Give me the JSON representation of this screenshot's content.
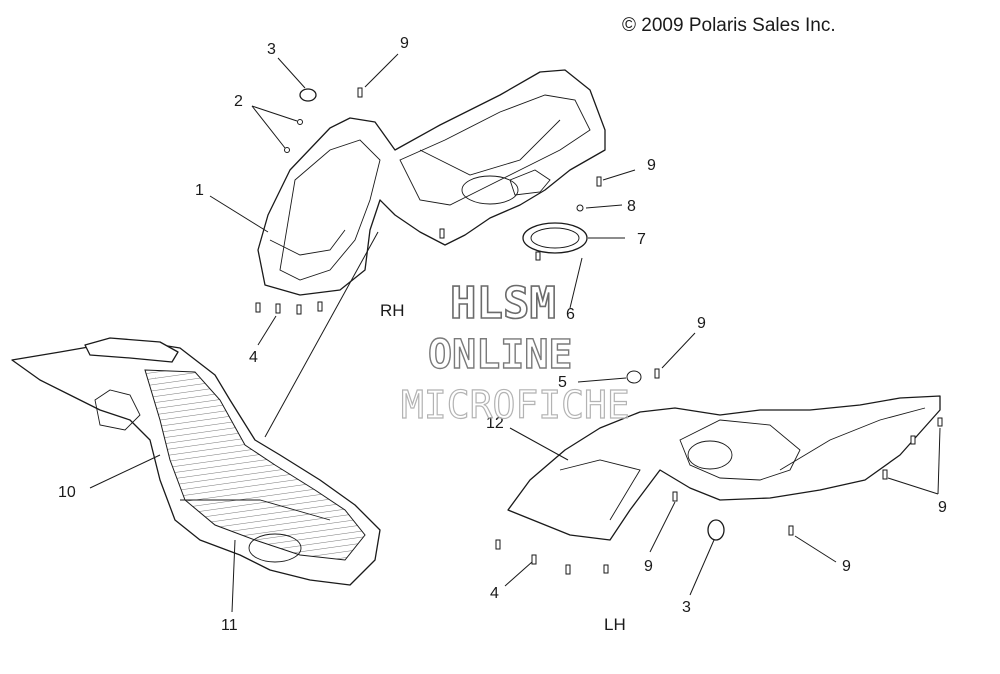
{
  "copyright": "© 2009 Polaris Sales Inc.",
  "side_labels": {
    "rh": "RH",
    "lh": "LH"
  },
  "watermark": {
    "line1": "HLSM",
    "line2": "ONLINE",
    "line3": "MICROFICHE"
  },
  "callouts": [
    {
      "id": "c1",
      "text": "1"
    },
    {
      "id": "c2",
      "text": "2"
    },
    {
      "id": "c3a",
      "text": "3"
    },
    {
      "id": "c3b",
      "text": "3"
    },
    {
      "id": "c4a",
      "text": "4"
    },
    {
      "id": "c4b",
      "text": "4"
    },
    {
      "id": "c5",
      "text": "5"
    },
    {
      "id": "c6",
      "text": "6"
    },
    {
      "id": "c7",
      "text": "7"
    },
    {
      "id": "c8",
      "text": "8"
    },
    {
      "id": "c9a",
      "text": "9"
    },
    {
      "id": "c9b",
      "text": "9"
    },
    {
      "id": "c9c",
      "text": "9"
    },
    {
      "id": "c9d",
      "text": "9"
    },
    {
      "id": "c9e",
      "text": "9"
    },
    {
      "id": "c9f",
      "text": "9"
    },
    {
      "id": "c10",
      "text": "10"
    },
    {
      "id": "c11",
      "text": "11"
    },
    {
      "id": "c12",
      "text": "12"
    }
  ]
}
